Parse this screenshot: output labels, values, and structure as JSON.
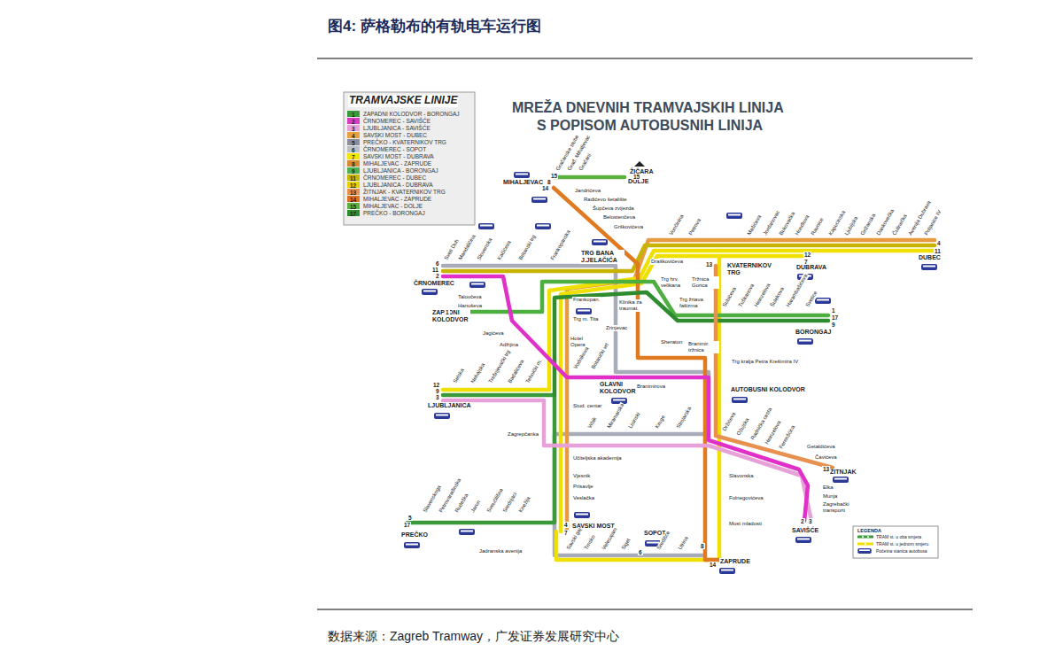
{
  "diagram": {
    "title": "图4: 萨格勒布的有轨电车运行图",
    "caption": "数据来源：Zagreb Tramway，广发证券发展研究中心",
    "labels": [
      "TRAMVAJSKE LINIJE",
      "1",
      "2",
      "3",
      "4",
      "5",
      "6",
      "7",
      "8",
      "9",
      "11",
      "12",
      "13",
      "14",
      "15",
      "17",
      "MREŽA DNEVNIH TRAMVAJSKIH LINIJA",
      "S POPISOM AUTOBUSNIH LINIJA",
      "MIHALJEVAC",
      "DOLJE",
      "ŽIČARA",
      "TRG BANA J.JELAČIĆA",
      "KVATERNIKOV TRG",
      "DUBEC",
      "DUBRAVA",
      "BORONGAJ",
      "ČRNOMEREC",
      "ZAPADNI KOLODVOR",
      "LJUBLJANICA",
      "PREČKO",
      "SAVSKI MOST",
      "SOPOT",
      "ZAPRUDE",
      "ŽITNJAK",
      "SAVIŠĆE",
      "AUTOBUSNI KOLODVOR",
      "GLAVNI KOLODVOR",
      "15",
      "8",
      "14",
      "15",
      "6",
      "11",
      "2",
      "1",
      "12",
      "9",
      "3",
      "5",
      "17",
      "4",
      "7",
      "6",
      "8",
      "14",
      "4",
      "11",
      "12",
      "7",
      "1",
      "17",
      "9",
      "2",
      "3",
      "13",
      "13",
      "Gračanske stube",
      "Građ. Mihaljevac",
      "Gračani",
      "Jandrićeva",
      "Radićevo šetalište",
      "Šupčeva zvijezda",
      "Belostenčeva",
      "Grškovićeva",
      "Draškovićeva",
      "Sveti Duh",
      "Mandaličina",
      "Slovenska",
      "Kačićeva",
      "Britanski trg",
      "Frankopanska",
      "Vončinina",
      "Petrova",
      "Mašićeva",
      "Jordanovac",
      "Bukovačka",
      "Hondlova",
      "Ravnice",
      "Kapucinska",
      "Ljubijska",
      "Grižanska",
      "Dankovečka",
      "Čulinečka",
      "Avenija Dubrava",
      "Poljanice IV",
      "Subićeva",
      "Tuškanova",
      "Heinzelova",
      "Šulekova",
      "Harambašićeva",
      "Svetice",
      "Trg hrv. velikana",
      "Tržnica Gorica",
      "Trg žrtava fašizma",
      "Klinika za traumat.",
      "Zrinjevac",
      "Sheraton",
      "Branimir. tržnica",
      "Trg kralja Petra Krešimira IV",
      "Branimirova",
      "Frankopan.",
      "Trg m. Tita",
      "Hotel Opera",
      "Vodnikova",
      "Botanički vrt",
      "Talovčeva",
      "Hanuševa",
      "Jagićeva",
      "Adžijina",
      "Selska",
      "Nehajska",
      "Trešnjevački trg",
      "Badalićeva",
      "Tehnički m.",
      "Stud. centar",
      "Zagrepčanka",
      "Vrbik",
      "Miramarska",
      "Lisinski",
      "Kruge",
      "Strojarska",
      "Učiteljska akademija",
      "Vjesnik",
      "Prisavlje",
      "Veslačka",
      "Slavenskoga",
      "Petrovaradinska",
      "Rudeška",
      "Jarun",
      "Sveučilišna",
      "Srednjaci",
      "Knežija",
      "Jadranska avenija",
      "Savski gaj",
      "Trnsko",
      "Velesajam",
      "Siget",
      "Središće",
      "Utrina",
      "Slavonska",
      "Folnegovićeva",
      "Most mladosti",
      "Držićeva",
      "Ožujska",
      "Radnička cesta",
      "Heinzelova",
      "Ferenšćica",
      "Getaldićeva",
      "Čavićeva",
      "Elka",
      "Munja",
      "Zagrebački transporti",
      "LEGENDA"
    ],
    "legend": [
      {
        "text": "ZAPADNI KOLODVOR - BORONGAJ",
        "color": "#3a9a3a"
      },
      {
        "text": "ČRNOMEREC - SAVIŠĆE",
        "color": "#d93bc0"
      },
      {
        "text": "LJUBLJANICA - SAVIŠĆE",
        "color": "#e8a0d8"
      },
      {
        "text": "SAVSKI MOST - DUBEC",
        "color": "#e8a040"
      },
      {
        "text": "PREČKO - KVATERNIKOV TRG",
        "color": "#8c8c9a"
      },
      {
        "text": "ČRNOMEREC - SOPOT",
        "color": "#b8c0c8"
      },
      {
        "text": "SAVSKI MOST - DUBRAVA",
        "color": "#f2e600"
      },
      {
        "text": "MIHALJEVAC - ZAPRUDE",
        "color": "#d98a30"
      },
      {
        "text": "LJUBLJANICA - BORONGAJ",
        "color": "#4caf50"
      },
      {
        "text": "ČRNOMEREC - DUBEC",
        "color": "#c8b400"
      },
      {
        "text": "LJUBLJANICA - DUBRAVA",
        "color": "#e6d200"
      },
      {
        "text": "ŽITNJAK - KVATERNIKOV TRG",
        "color": "#e89050"
      },
      {
        "text": "MIHALJEVAC - ZAPRUDE",
        "color": "#e07020"
      },
      {
        "text": "MIHALJEVAC - DOLJE",
        "color": "#5cb040"
      },
      {
        "text": "PREČKO - BORONGAJ",
        "color": "#2e8b2e"
      },
      {
        "text": "TRAM st. u oba smjera"
      },
      {
        "text": "TRAM st. u jednom smjeru"
      },
      {
        "text": "Početna stanica autobusa"
      }
    ]
  }
}
